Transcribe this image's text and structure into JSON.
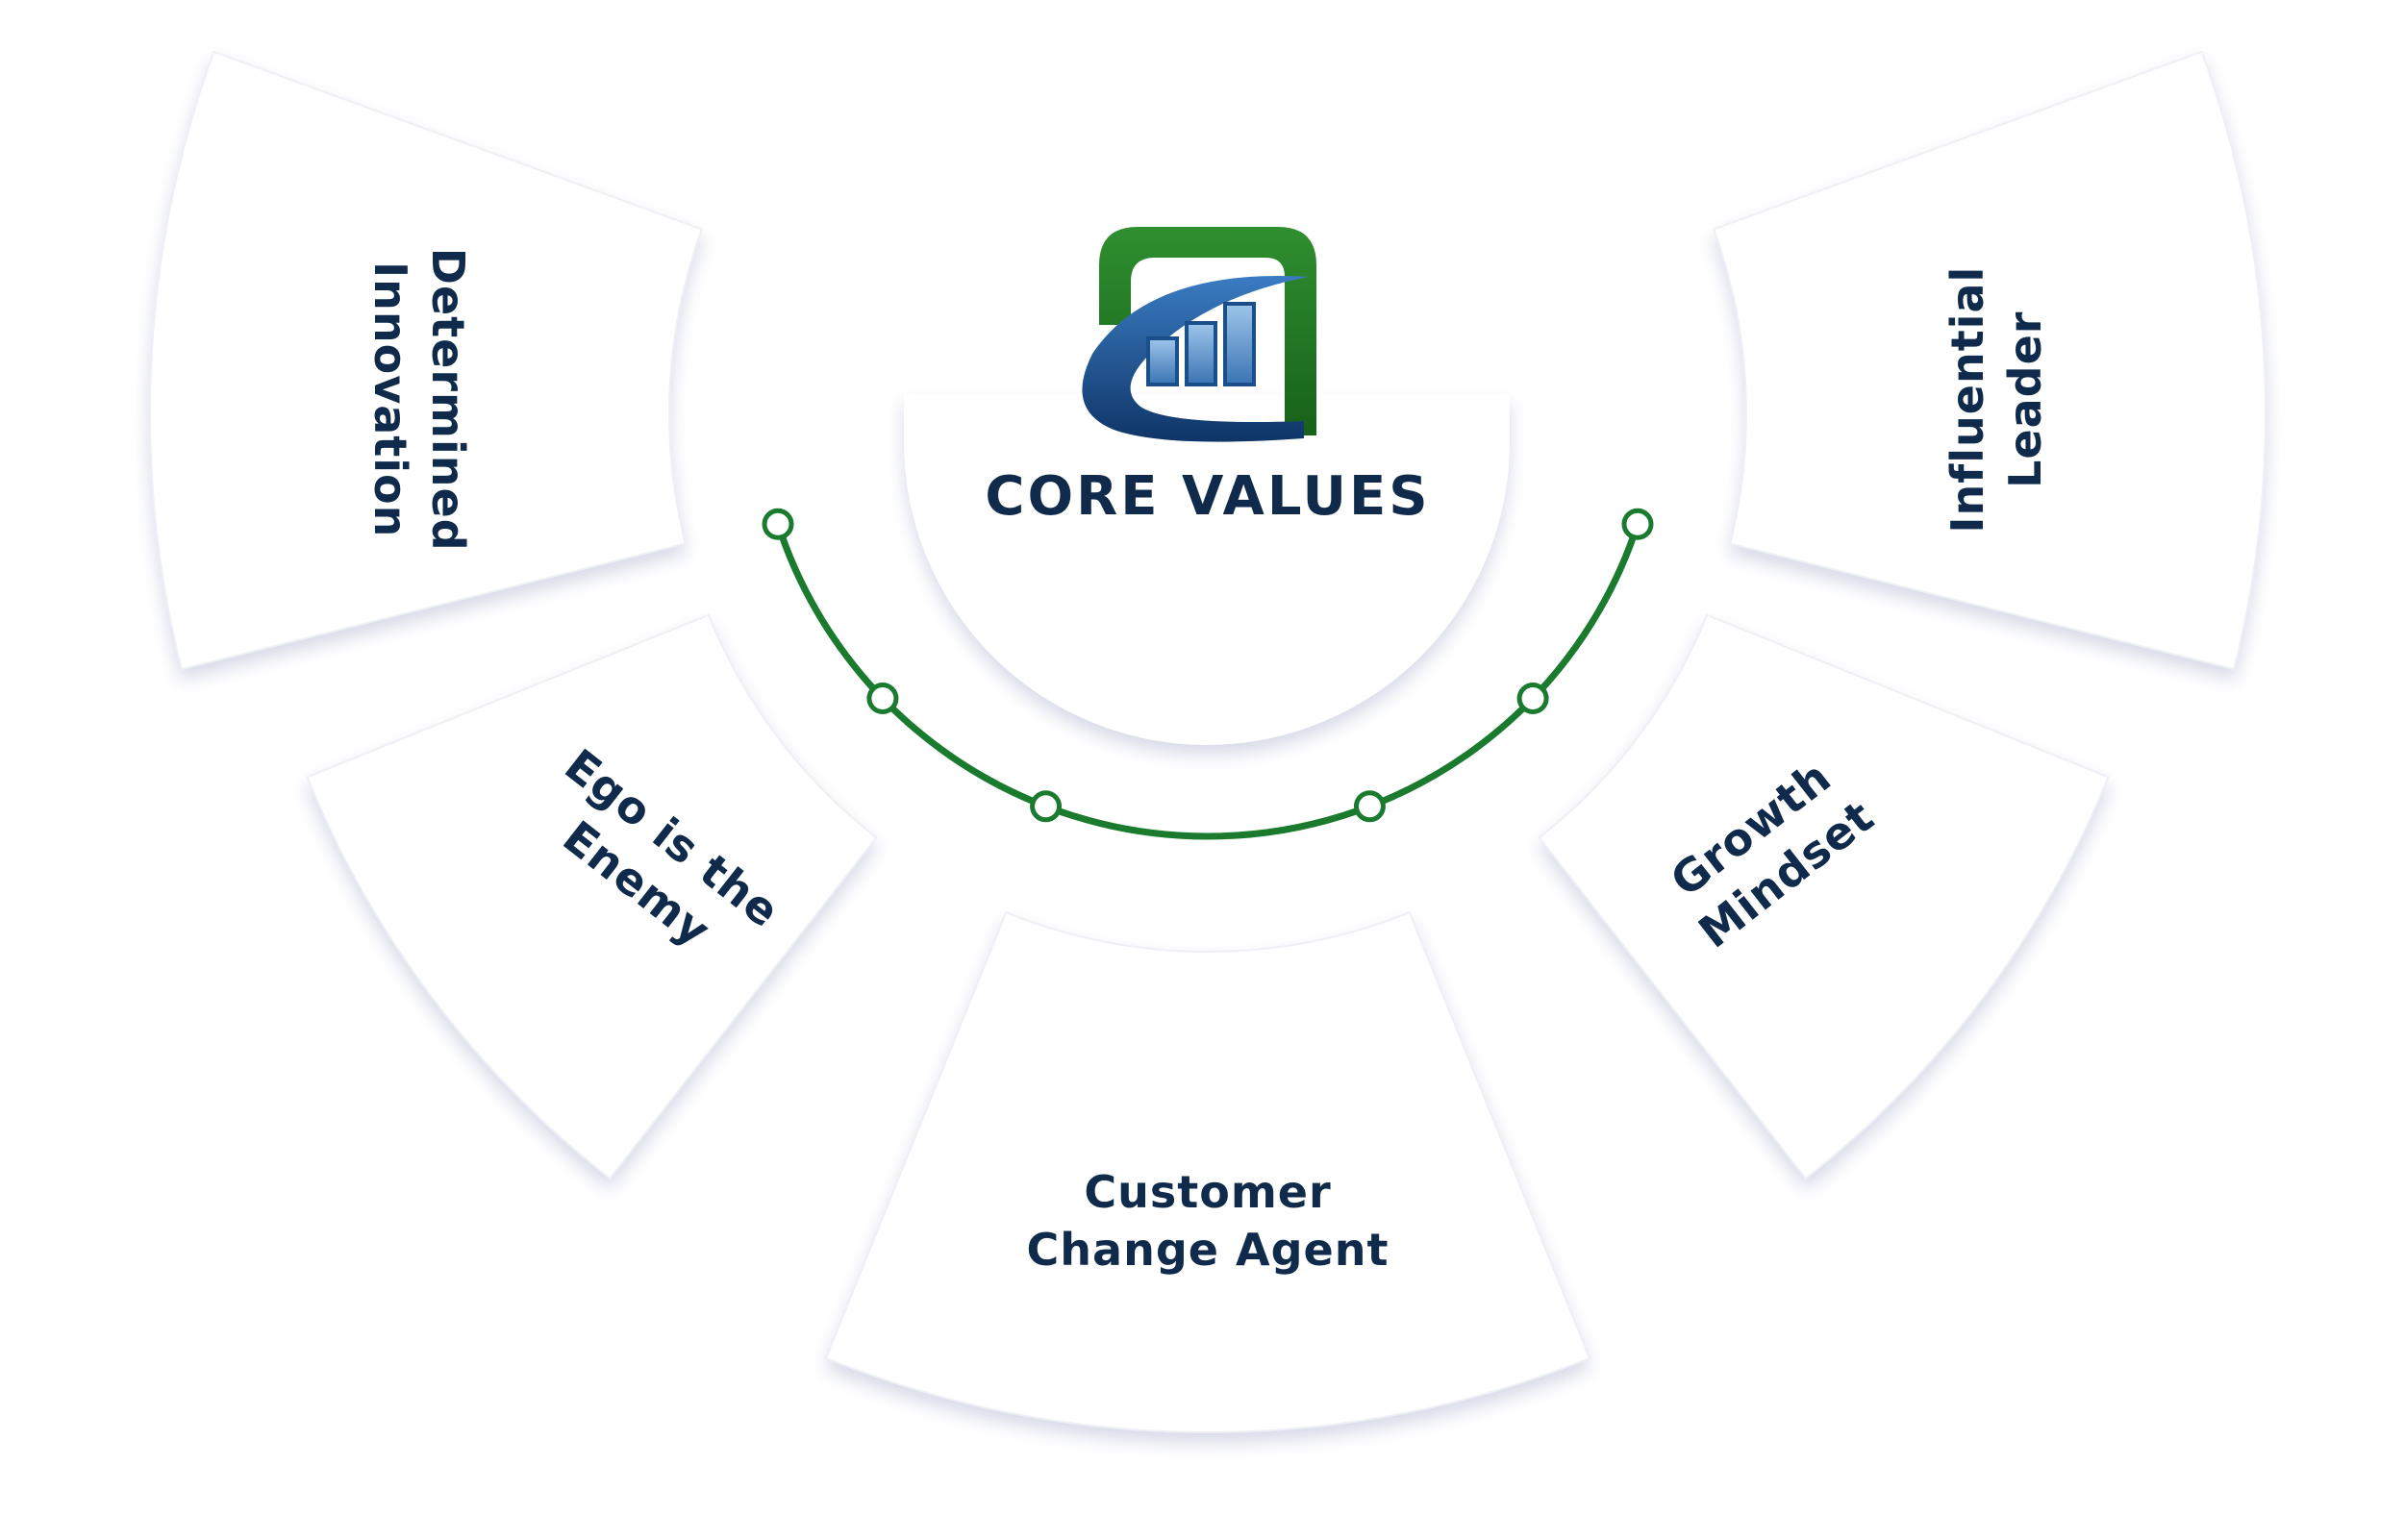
{
  "title": "CORE VALUES",
  "values": [
    {
      "id": "determined-innovation",
      "lines": [
        "Determined",
        "Innovation"
      ]
    },
    {
      "id": "ego-is-the-enemy",
      "lines": [
        "Ego is the",
        "Enemy"
      ]
    },
    {
      "id": "customer-change-agent",
      "lines": [
        "Customer",
        "Change Agent"
      ]
    },
    {
      "id": "growth-mindset",
      "lines": [
        "Growth",
        "Mindset"
      ]
    },
    {
      "id": "influential-leader",
      "lines": [
        "Influential",
        "Leader"
      ]
    }
  ],
  "colors": {
    "text": "#0f2a4a",
    "arc_green": "#1a7a2e",
    "logo_green": "#1f7a1f",
    "logo_blue": "#1b4f8a",
    "card_fill": "#ffffff",
    "card_shadow": "#d7dae6"
  },
  "icons": [
    "company-logo-icon"
  ]
}
